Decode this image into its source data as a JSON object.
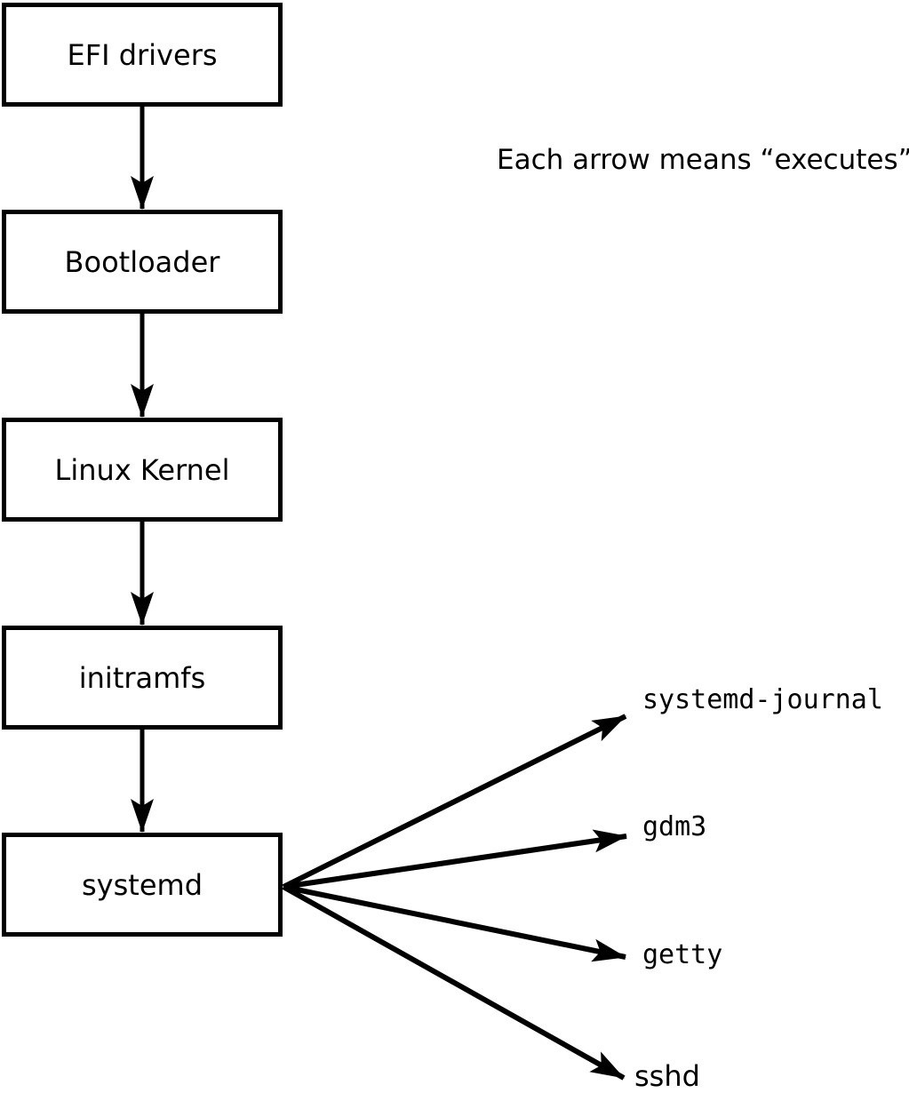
{
  "diagram": {
    "caption": "Each arrow means “executes”.",
    "arrow_meaning": "executes",
    "boot_chain": [
      {
        "label": "EFI drivers"
      },
      {
        "label": "Bootloader"
      },
      {
        "label": "Linux Kernel"
      },
      {
        "label": "initramfs"
      },
      {
        "label": "systemd"
      }
    ],
    "spawned_processes": [
      {
        "label": "systemd-journal"
      },
      {
        "label": "gdm3"
      },
      {
        "label": "getty"
      },
      {
        "label": "sshd"
      }
    ],
    "edges": [
      {
        "from": "EFI drivers",
        "to": "Bootloader"
      },
      {
        "from": "Bootloader",
        "to": "Linux Kernel"
      },
      {
        "from": "Linux Kernel",
        "to": "initramfs"
      },
      {
        "from": "initramfs",
        "to": "systemd"
      },
      {
        "from": "systemd",
        "to": "systemd-journal"
      },
      {
        "from": "systemd",
        "to": "gdm3"
      },
      {
        "from": "systemd",
        "to": "getty"
      },
      {
        "from": "systemd",
        "to": "sshd"
      }
    ],
    "colors": {
      "line": "#000000",
      "text": "#000000",
      "box_fill": "#ffffff",
      "background": "#ffffff"
    }
  }
}
